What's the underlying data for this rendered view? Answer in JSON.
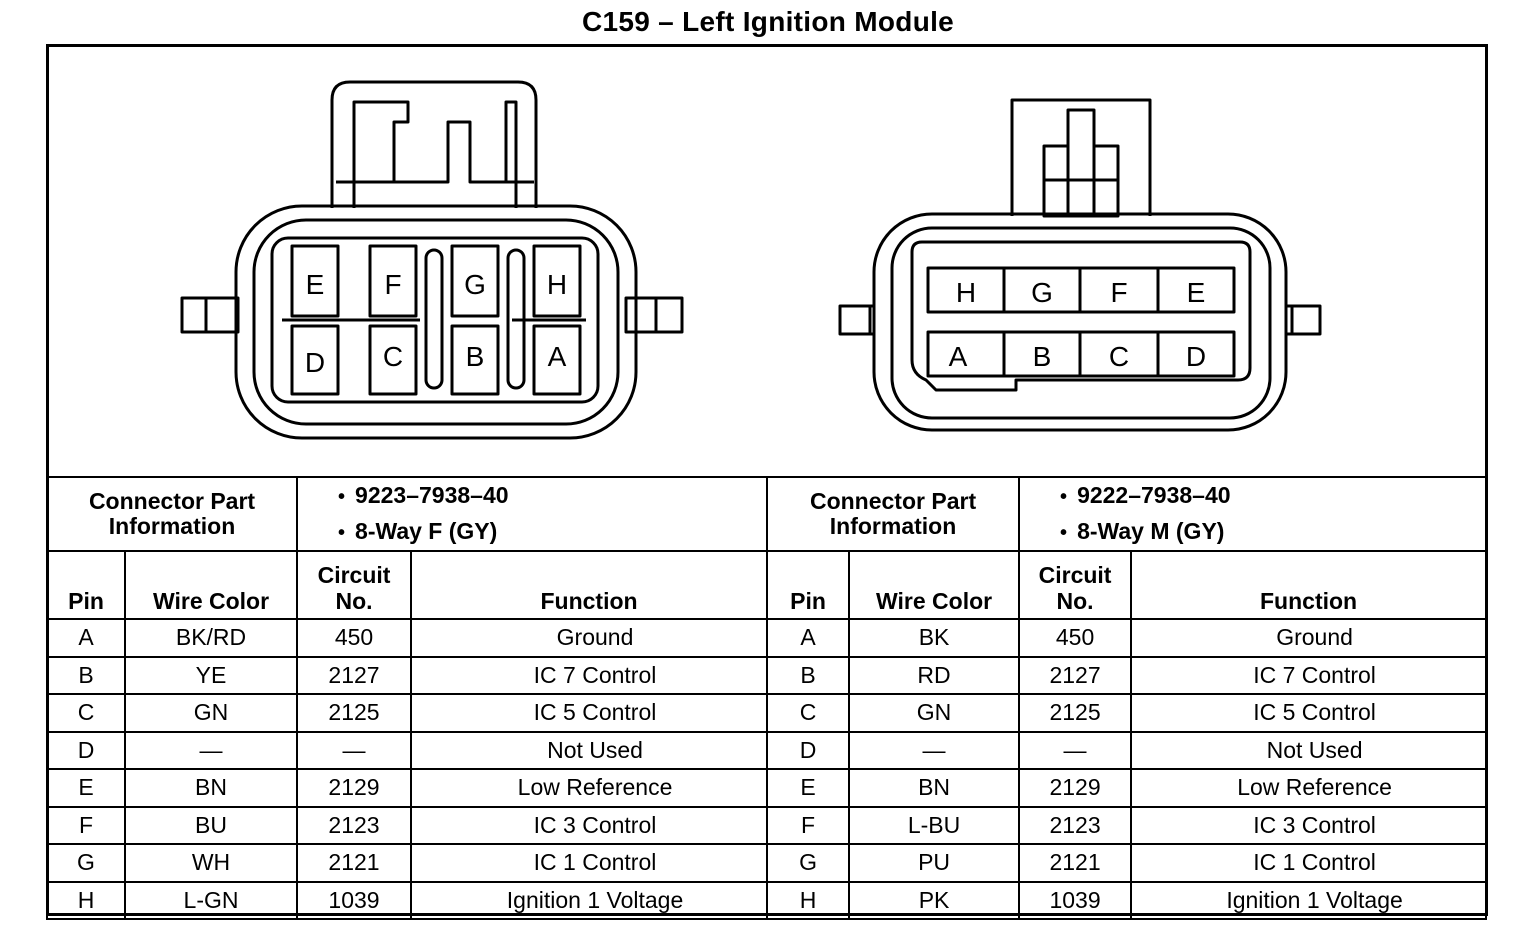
{
  "title": "C159 – Left Ignition Module",
  "connectors": [
    {
      "info_label": "Connector Part Information",
      "part_number": "9223–7938–40",
      "description": "8-Way F (GY)",
      "pin_labels_top": [
        "E",
        "F",
        "G",
        "H"
      ],
      "pin_labels_bottom": [
        "D",
        "C",
        "B",
        "A"
      ],
      "columns": [
        "Pin",
        "Wire Color",
        "Circuit No.",
        "Function"
      ],
      "rows": [
        {
          "pin": "A",
          "color": "BK/RD",
          "circuit": "450",
          "function": "Ground"
        },
        {
          "pin": "B",
          "color": "YE",
          "circuit": "2127",
          "function": "IC 7 Control"
        },
        {
          "pin": "C",
          "color": "GN",
          "circuit": "2125",
          "function": "IC 5 Control"
        },
        {
          "pin": "D",
          "color": "—",
          "circuit": "—",
          "function": "Not Used"
        },
        {
          "pin": "E",
          "color": "BN",
          "circuit": "2129",
          "function": "Low Reference"
        },
        {
          "pin": "F",
          "color": "BU",
          "circuit": "2123",
          "function": "IC 3 Control"
        },
        {
          "pin": "G",
          "color": "WH",
          "circuit": "2121",
          "function": "IC 1 Control"
        },
        {
          "pin": "H",
          "color": "L-GN",
          "circuit": "1039",
          "function": "Ignition 1 Voltage"
        }
      ]
    },
    {
      "info_label": "Connector Part Information",
      "part_number": "9222–7938–40",
      "description": "8-Way M (GY)",
      "pin_labels_top": [
        "H",
        "G",
        "F",
        "E"
      ],
      "pin_labels_bottom": [
        "A",
        "B",
        "C",
        "D"
      ],
      "columns": [
        "Pin",
        "Wire Color",
        "Circuit No.",
        "Function"
      ],
      "rows": [
        {
          "pin": "A",
          "color": "BK",
          "circuit": "450",
          "function": "Ground"
        },
        {
          "pin": "B",
          "color": "RD",
          "circuit": "2127",
          "function": "IC 7 Control"
        },
        {
          "pin": "C",
          "color": "GN",
          "circuit": "2125",
          "function": "IC 5 Control"
        },
        {
          "pin": "D",
          "color": "—",
          "circuit": "—",
          "function": "Not Used"
        },
        {
          "pin": "E",
          "color": "BN",
          "circuit": "2129",
          "function": "Low Reference"
        },
        {
          "pin": "F",
          "color": "L-BU",
          "circuit": "2123",
          "function": "IC 3 Control"
        },
        {
          "pin": "G",
          "color": "PU",
          "circuit": "2121",
          "function": "IC 1 Control"
        },
        {
          "pin": "H",
          "color": "PK",
          "circuit": "1039",
          "function": "Ignition 1 Voltage"
        }
      ]
    }
  ]
}
